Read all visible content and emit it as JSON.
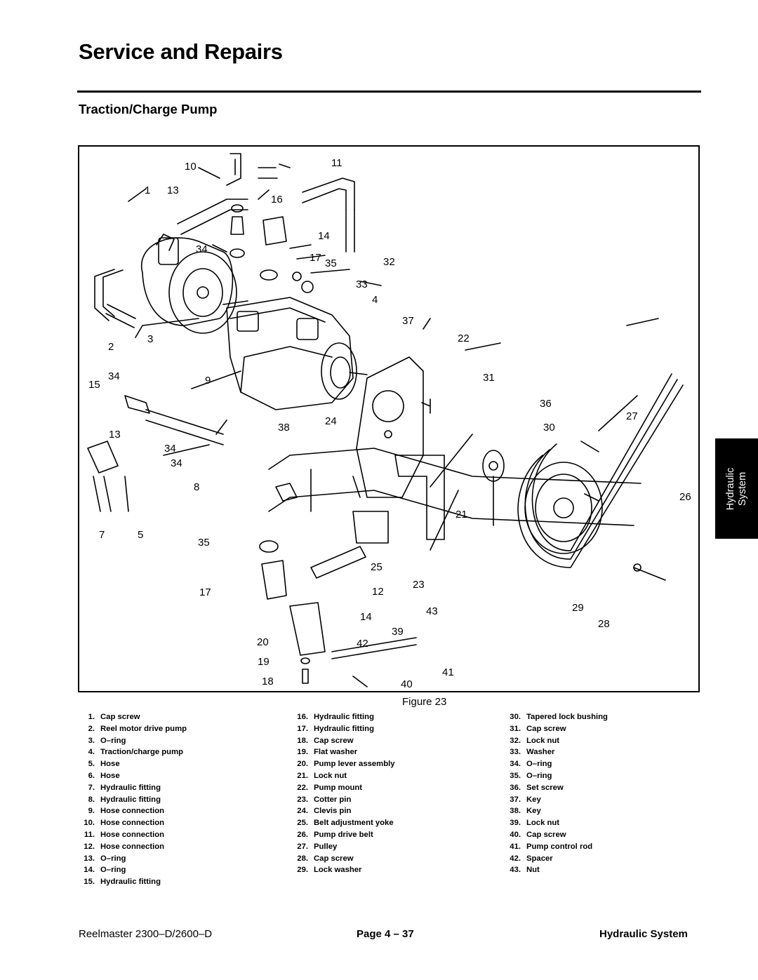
{
  "page_title": "Service and Repairs",
  "section_title": "Traction/Charge Pump",
  "figure": {
    "caption": "Figure 23",
    "callouts": [
      "10",
      "11",
      "1",
      "13",
      "16",
      "34",
      "14",
      "17",
      "35",
      "32",
      "33",
      "4",
      "37",
      "2",
      "3",
      "22",
      "15",
      "34",
      "9",
      "31",
      "36",
      "27",
      "13",
      "38",
      "24",
      "30",
      "34",
      "34",
      "8",
      "26",
      "21",
      "7",
      "5",
      "35",
      "25",
      "23",
      "17",
      "12",
      "43",
      "29",
      "14",
      "39",
      "28",
      "20",
      "42",
      "19",
      "41",
      "18",
      "40"
    ]
  },
  "legend": {
    "columns": [
      [
        {
          "num": "1.",
          "label": "Cap screw"
        },
        {
          "num": "2.",
          "label": "Reel motor drive pump"
        },
        {
          "num": "3.",
          "label": "O–ring"
        },
        {
          "num": "4.",
          "label": "Traction/charge pump"
        },
        {
          "num": "5.",
          "label": "Hose"
        },
        {
          "num": "6.",
          "label": "Hose"
        },
        {
          "num": "7.",
          "label": "Hydraulic fitting"
        },
        {
          "num": "8.",
          "label": "Hydraulic fitting"
        },
        {
          "num": "9.",
          "label": "Hose connection"
        },
        {
          "num": "10.",
          "label": "Hose connection"
        },
        {
          "num": "11.",
          "label": "Hose connection"
        },
        {
          "num": "12.",
          "label": "Hose connection"
        },
        {
          "num": "13.",
          "label": "O–ring"
        },
        {
          "num": "14.",
          "label": "O–ring"
        },
        {
          "num": "15.",
          "label": "Hydraulic fitting"
        }
      ],
      [
        {
          "num": "16.",
          "label": "Hydraulic fitting"
        },
        {
          "num": "17.",
          "label": "Hydraulic fitting"
        },
        {
          "num": "18.",
          "label": "Cap screw"
        },
        {
          "num": "19.",
          "label": "Flat washer"
        },
        {
          "num": "20.",
          "label": "Pump lever assembly"
        },
        {
          "num": "21.",
          "label": "Lock nut"
        },
        {
          "num": "22.",
          "label": "Pump mount"
        },
        {
          "num": "23.",
          "label": "Cotter pin"
        },
        {
          "num": "24.",
          "label": "Clevis pin"
        },
        {
          "num": "25.",
          "label": "Belt adjustment yoke"
        },
        {
          "num": "26.",
          "label": "Pump drive belt"
        },
        {
          "num": "27.",
          "label": "Pulley"
        },
        {
          "num": "28.",
          "label": "Cap screw"
        },
        {
          "num": "29.",
          "label": "Lock washer"
        }
      ],
      [
        {
          "num": "30.",
          "label": "Tapered lock bushing"
        },
        {
          "num": "31.",
          "label": "Cap screw"
        },
        {
          "num": "32.",
          "label": "Lock nut"
        },
        {
          "num": "33.",
          "label": "Washer"
        },
        {
          "num": "34.",
          "label": "O–ring"
        },
        {
          "num": "35.",
          "label": "O–ring"
        },
        {
          "num": "36.",
          "label": "Set screw"
        },
        {
          "num": "37.",
          "label": "Key"
        },
        {
          "num": "38.",
          "label": "Key"
        },
        {
          "num": "39.",
          "label": "Lock nut"
        },
        {
          "num": "40.",
          "label": "Cap screw"
        },
        {
          "num": "41.",
          "label": "Pump control rod"
        },
        {
          "num": "42.",
          "label": "Spacer"
        },
        {
          "num": "43.",
          "label": "Nut"
        }
      ]
    ]
  },
  "side_tab": {
    "line1": "Hydraulic",
    "line2": "System"
  },
  "footer": {
    "left": "Reelmaster 2300–D/2600–D",
    "center": "Page 4 – 37",
    "right": "Hydraulic System"
  }
}
